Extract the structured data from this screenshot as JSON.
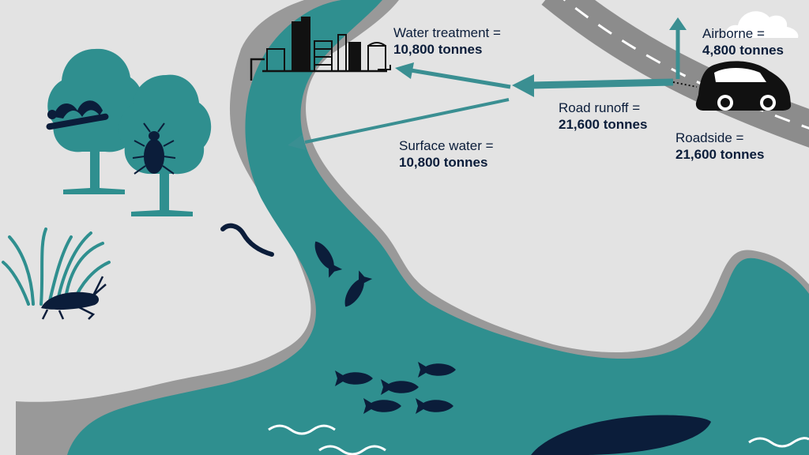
{
  "flows": {
    "water_treatment": {
      "label": "Water treatment =",
      "value": "10,800 tonnes"
    },
    "airborne": {
      "label": "Airborne =",
      "value": "4,800 tonnes"
    },
    "road_runoff": {
      "label": "Road runoff =",
      "value": "21,600 tonnes"
    },
    "roadside": {
      "label": "Roadside =",
      "value": "21,600 tonnes"
    },
    "surface_water": {
      "label": "Surface water =",
      "value": "10,800 tonnes"
    }
  },
  "icons": [
    "car-icon",
    "cloud-icon",
    "water-treatment-plant-icon",
    "tree-icon",
    "caterpillar-icon",
    "beetle-icon",
    "grass-icon",
    "grasshopper-icon",
    "eel-icon",
    "fish-icon",
    "whale-icon",
    "wave-icon"
  ],
  "colors": {
    "land": "#e3e3e3",
    "water": "#2f8f8f",
    "shore": "#999999",
    "arrow": "#3a8f92",
    "dark": "#0b1d3a",
    "road": "#8c8c8c"
  }
}
